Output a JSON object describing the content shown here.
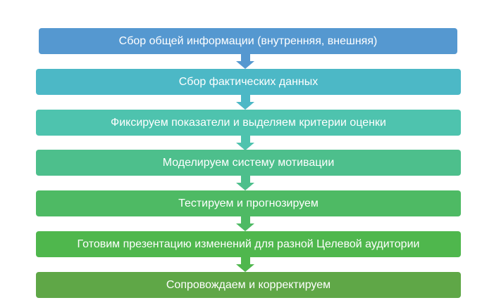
{
  "diagram": {
    "type": "vertical-process-flow",
    "background_color": "#ffffff",
    "text_color": "#ffffff",
    "steps": [
      {
        "label": "Сбор общей информации (внутренняя, внешняя)",
        "color": "#5598d0"
      },
      {
        "label": "Сбор фактических данных",
        "color": "#4cb8c6"
      },
      {
        "label": "Фиксируем показатели и выделяем критерии оценки",
        "color": "#4ec3ae"
      },
      {
        "label": "Моделируем систему мотивации",
        "color": "#4dbf8c"
      },
      {
        "label": "Тестируем и прогнозируем",
        "color": "#4eba64"
      },
      {
        "label": "Готовим презентацию изменений для разной Целевой аудитории",
        "color": "#4fb74d"
      },
      {
        "label": "Сопровождаем и корректируем",
        "color": "#5fa747"
      }
    ],
    "arrows": [
      {
        "direction": "down",
        "color": "#5598d0"
      },
      {
        "direction": "down",
        "color": "#4cb8c6"
      },
      {
        "direction": "down",
        "color": "#4ec3ae"
      },
      {
        "direction": "down",
        "color": "#4dbf8c"
      },
      {
        "direction": "down",
        "color": "#4eba64"
      },
      {
        "direction": "down",
        "color": "#4fb74d"
      }
    ]
  }
}
